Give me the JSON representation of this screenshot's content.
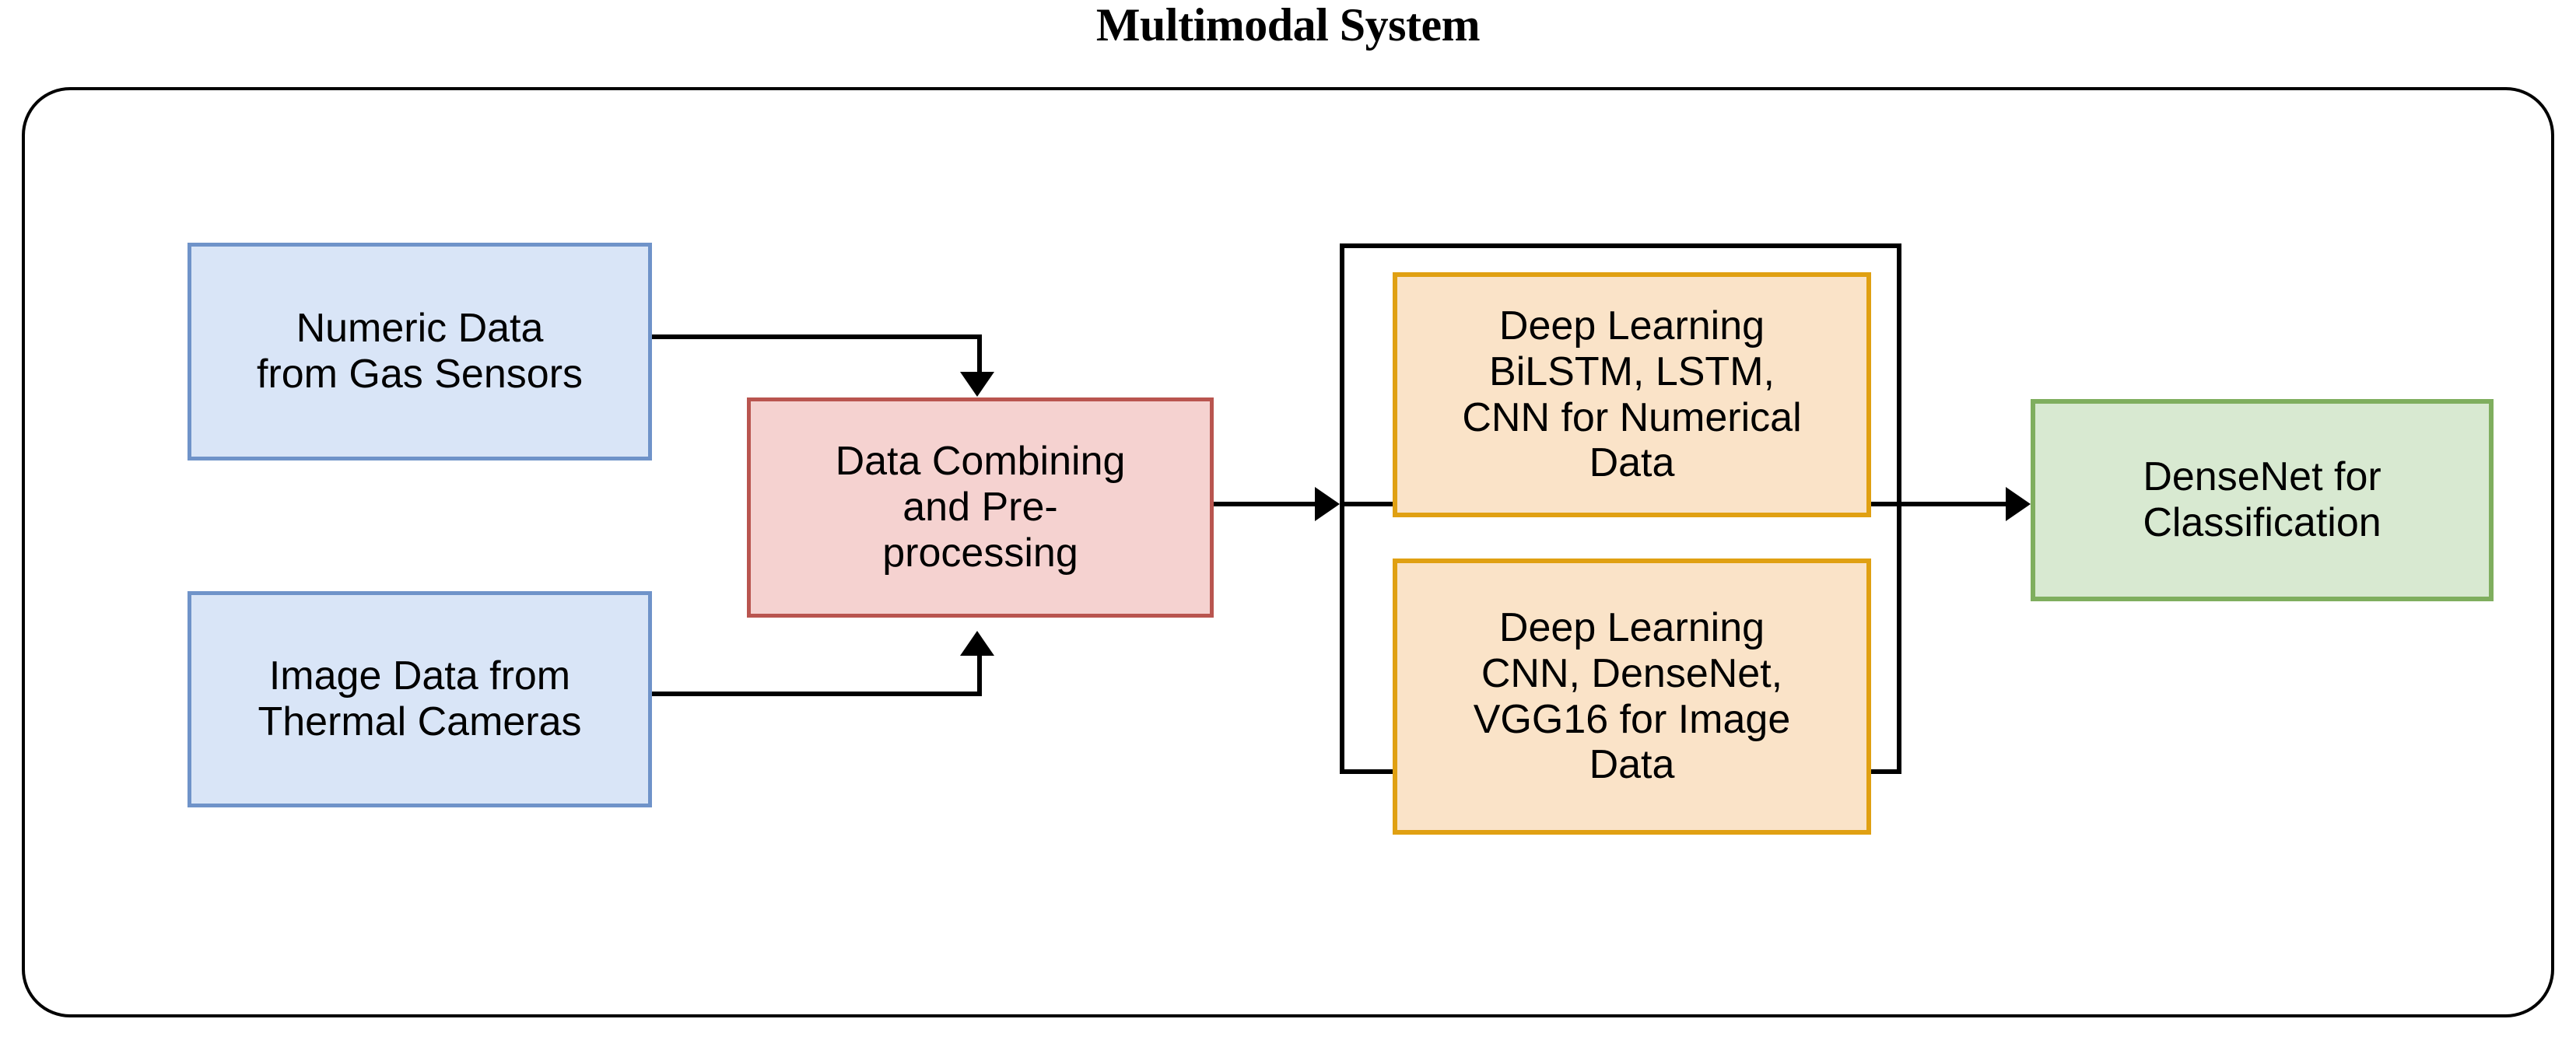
{
  "diagram": {
    "title": "Multimodal System",
    "nodes": {
      "numeric_data": "Numeric Data\nfrom Gas Sensors",
      "image_data": "Image Data from\nThermal Cameras",
      "preprocessing": "Data Combining\nand Pre-\nprocessing",
      "dl_numeric": "Deep Learning\nBiLSTM, LSTM,\nCNN for Numerical\nData",
      "dl_image": "Deep Learning\nCNN, DenseNet,\nVGG16 for Image\nData",
      "densenet": "DenseNet for\nClassification"
    },
    "colors": {
      "blue_fill": "#d9e5f7",
      "blue_border": "#6f93c9",
      "pink_fill": "#f5d2d0",
      "pink_border": "#b9554f",
      "orange_fill": "#fae3c8",
      "orange_border": "#e0a012",
      "green_fill": "#d8e9d1",
      "green_border": "#7fae5e",
      "connector": "#000000",
      "boundary": "#000000",
      "background": "#ffffff",
      "text": "#000000"
    }
  }
}
